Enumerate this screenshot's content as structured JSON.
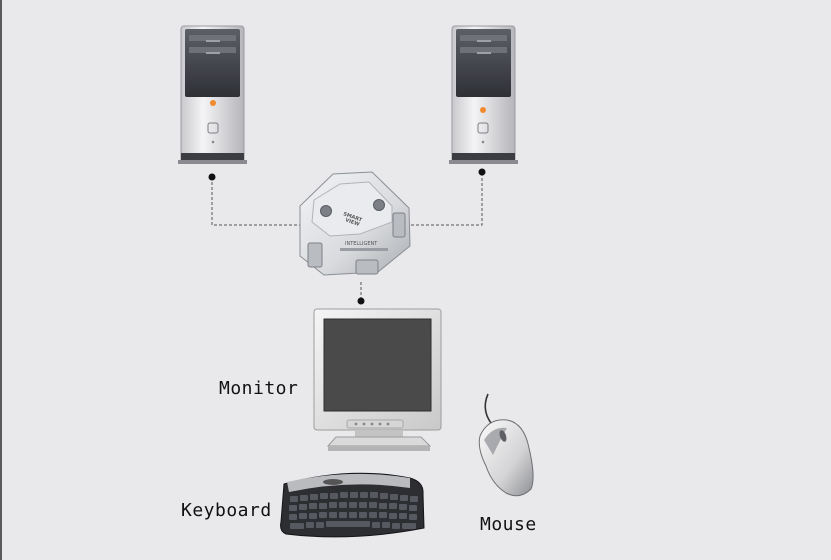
{
  "labels": {
    "monitor": "Monitor",
    "keyboard": "Keyboard",
    "mouse": "Mouse"
  },
  "switch_text": {
    "brand_line1": "SMART",
    "brand_line2": "VIEW",
    "model": "INTELLIGENT"
  },
  "colors": {
    "background": "#e9e9eb",
    "connector_line": "#555555",
    "monitor_screen": "#4a4a4a",
    "power_led": "#f08a2c"
  }
}
